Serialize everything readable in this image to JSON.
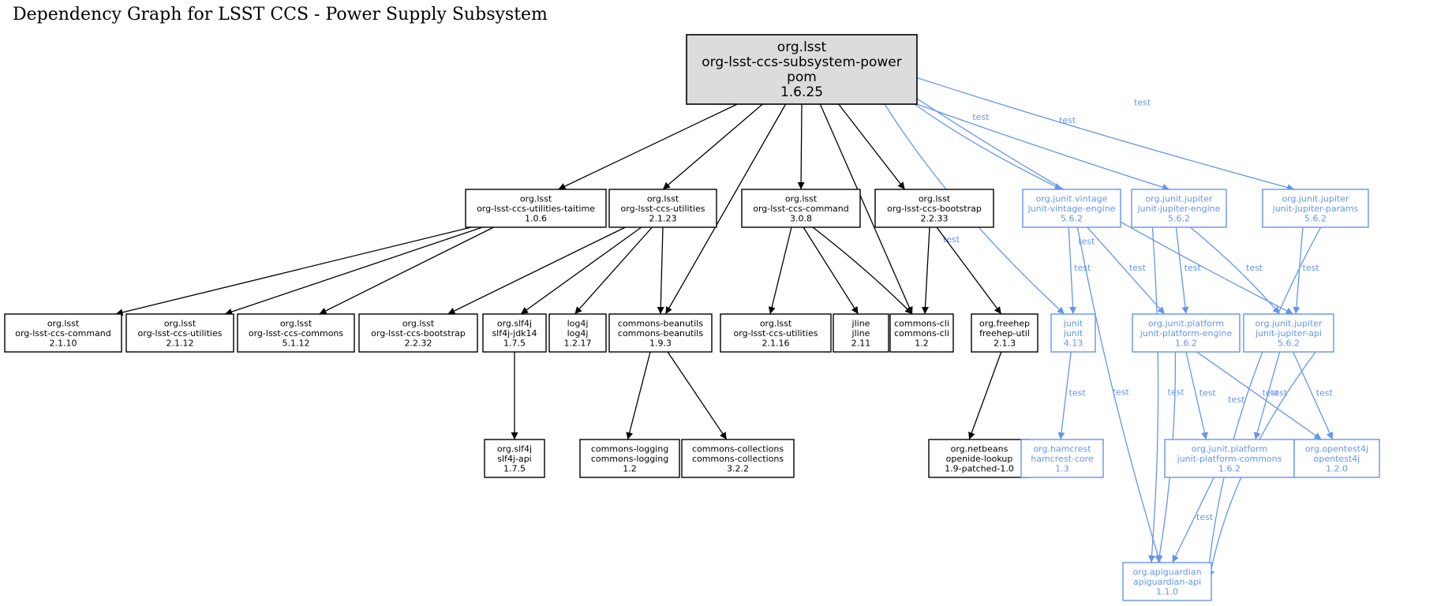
{
  "title": "Dependency Graph for LSST CCS - Power Supply Subsystem",
  "nodes": [
    {
      "id": "root",
      "group": "org.lsst",
      "artifact": "org-lsst-ccs-subsystem-power",
      "type": "pom",
      "version": "1.6.25",
      "scope": "compile"
    },
    {
      "id": "taitime",
      "group": "org.lsst",
      "artifact": "org-lsst-ccs-utilities-taitime",
      "version": "1.0.6",
      "scope": "compile"
    },
    {
      "id": "utilities",
      "group": "org.lsst",
      "artifact": "org-lsst-ccs-utilities",
      "version": "2.1.23",
      "scope": "compile"
    },
    {
      "id": "command",
      "group": "org.lsst",
      "artifact": "org-lsst-ccs-command",
      "version": "3.0.8",
      "scope": "compile"
    },
    {
      "id": "bootstrap",
      "group": "org.lsst",
      "artifact": "org-lsst-ccs-bootstrap",
      "version": "2.2.33",
      "scope": "compile"
    },
    {
      "id": "vintage",
      "group": "org.junit.vintage",
      "artifact": "junit-vintage-engine",
      "version": "5.6.2",
      "scope": "test"
    },
    {
      "id": "jupiter-engine",
      "group": "org.junit.jupiter",
      "artifact": "junit-jupiter-engine",
      "version": "5.6.2",
      "scope": "test"
    },
    {
      "id": "jupiter-params",
      "group": "org.junit.jupiter",
      "artifact": "junit-jupiter-params",
      "version": "5.6.2",
      "scope": "test"
    },
    {
      "id": "command-old",
      "group": "org.lsst",
      "artifact": "org-lsst-ccs-command",
      "version": "2.1.10",
      "scope": "compile"
    },
    {
      "id": "utilities-old",
      "group": "org.lsst",
      "artifact": "org-lsst-ccs-utilities",
      "version": "2.1.12",
      "scope": "compile"
    },
    {
      "id": "commons",
      "group": "org.lsst",
      "artifact": "org-lsst-ccs-commons",
      "version": "5.1.12",
      "scope": "compile"
    },
    {
      "id": "bootstrap-old",
      "group": "org.lsst",
      "artifact": "org-lsst-ccs-bootstrap",
      "version": "2.2.32",
      "scope": "compile"
    },
    {
      "id": "slf4j-jdk14",
      "group": "org.slf4j",
      "artifact": "slf4j-jdk14",
      "version": "1.7.5",
      "scope": "compile"
    },
    {
      "id": "log4j",
      "group": "log4j",
      "artifact": "log4j",
      "version": "1.2.17",
      "scope": "compile"
    },
    {
      "id": "beanutils",
      "group": "commons-beanutils",
      "artifact": "commons-beanutils",
      "version": "1.9.3",
      "scope": "compile"
    },
    {
      "id": "utilities-216",
      "group": "org.lsst",
      "artifact": "org-lsst-ccs-utilities",
      "version": "2.1.16",
      "scope": "compile"
    },
    {
      "id": "jline",
      "group": "jline",
      "artifact": "jline",
      "version": "2.11",
      "scope": "compile"
    },
    {
      "id": "commons-cli",
      "group": "commons-cli",
      "artifact": "commons-cli",
      "version": "1.2",
      "scope": "compile"
    },
    {
      "id": "freehep",
      "group": "org.freehep",
      "artifact": "freehep-util",
      "version": "2.1.3",
      "scope": "compile"
    },
    {
      "id": "junit",
      "group": "junit",
      "artifact": "junit",
      "version": "4.13",
      "scope": "test"
    },
    {
      "id": "platform-engine",
      "group": "org.junit.platform",
      "artifact": "junit-platform-engine",
      "version": "1.6.2",
      "scope": "test"
    },
    {
      "id": "jupiter-api",
      "group": "org.junit.jupiter",
      "artifact": "junit-jupiter-api",
      "version": "5.6.2",
      "scope": "test"
    },
    {
      "id": "slf4j-api",
      "group": "org.slf4j",
      "artifact": "slf4j-api",
      "version": "1.7.5",
      "scope": "compile"
    },
    {
      "id": "logging",
      "group": "commons-logging",
      "artifact": "commons-logging",
      "version": "1.2",
      "scope": "compile"
    },
    {
      "id": "collections",
      "group": "commons-collections",
      "artifact": "commons-collections",
      "version": "3.2.2",
      "scope": "compile"
    },
    {
      "id": "openide",
      "group": "org.netbeans",
      "artifact": "openide-lookup",
      "version": "1.9-patched-1.0",
      "scope": "compile"
    },
    {
      "id": "hamcrest",
      "group": "org.hamcrest",
      "artifact": "hamcrest-core",
      "version": "1.3",
      "scope": "test"
    },
    {
      "id": "platform-commons",
      "group": "org.junit.platform",
      "artifact": "junit-platform-commons",
      "version": "1.6.2",
      "scope": "test"
    },
    {
      "id": "opentest4j",
      "group": "org.opentest4j",
      "artifact": "opentest4j",
      "version": "1.2.0",
      "scope": "test"
    },
    {
      "id": "apiguardian",
      "group": "org.apiguardian",
      "artifact": "apiguardian-api",
      "version": "1.1.0",
      "scope": "test"
    }
  ],
  "edges": [
    {
      "from": "root",
      "to": "taitime",
      "scope": "compile",
      "label": ""
    },
    {
      "from": "root",
      "to": "utilities",
      "scope": "compile",
      "label": ""
    },
    {
      "from": "root",
      "to": "beanutils",
      "scope": "compile",
      "label": ""
    },
    {
      "from": "root",
      "to": "command",
      "scope": "compile",
      "label": ""
    },
    {
      "from": "root",
      "to": "commons-cli",
      "scope": "compile",
      "label": ""
    },
    {
      "from": "root",
      "to": "bootstrap",
      "scope": "compile",
      "label": ""
    },
    {
      "from": "root",
      "to": "junit",
      "scope": "test",
      "label": "test"
    },
    {
      "from": "root",
      "to": "vintage",
      "scope": "test",
      "label": "test"
    },
    {
      "from": "root",
      "to": "jupiter-engine",
      "scope": "test",
      "label": "test"
    },
    {
      "from": "root",
      "to": "jupiter-api",
      "scope": "test",
      "label": "test"
    },
    {
      "from": "root",
      "to": "jupiter-params",
      "scope": "test",
      "label": "test"
    },
    {
      "from": "taitime",
      "to": "command-old",
      "scope": "compile",
      "label": ""
    },
    {
      "from": "taitime",
      "to": "utilities-old",
      "scope": "compile",
      "label": ""
    },
    {
      "from": "taitime",
      "to": "commons",
      "scope": "compile",
      "label": ""
    },
    {
      "from": "utilities",
      "to": "bootstrap-old",
      "scope": "compile",
      "label": ""
    },
    {
      "from": "utilities",
      "to": "slf4j-jdk14",
      "scope": "compile",
      "label": ""
    },
    {
      "from": "utilities",
      "to": "log4j",
      "scope": "compile",
      "label": ""
    },
    {
      "from": "utilities",
      "to": "beanutils",
      "scope": "compile",
      "label": ""
    },
    {
      "from": "command",
      "to": "utilities-216",
      "scope": "compile",
      "label": ""
    },
    {
      "from": "command",
      "to": "jline",
      "scope": "compile",
      "label": ""
    },
    {
      "from": "command",
      "to": "commons-cli",
      "scope": "compile",
      "label": ""
    },
    {
      "from": "bootstrap",
      "to": "commons-cli",
      "scope": "compile",
      "label": ""
    },
    {
      "from": "bootstrap",
      "to": "freehep",
      "scope": "compile",
      "label": ""
    },
    {
      "from": "vintage",
      "to": "junit",
      "scope": "test",
      "label": "test"
    },
    {
      "from": "vintage",
      "to": "platform-engine",
      "scope": "test",
      "label": "test"
    },
    {
      "from": "vintage",
      "to": "apiguardian",
      "scope": "test",
      "label": "test"
    },
    {
      "from": "jupiter-engine",
      "to": "platform-engine",
      "scope": "test",
      "label": "test"
    },
    {
      "from": "jupiter-engine",
      "to": "jupiter-api",
      "scope": "test",
      "label": "test"
    },
    {
      "from": "jupiter-engine",
      "to": "apiguardian",
      "scope": "test",
      "label": "test"
    },
    {
      "from": "jupiter-params",
      "to": "jupiter-api",
      "scope": "test",
      "label": "test"
    },
    {
      "from": "jupiter-params",
      "to": "apiguardian",
      "scope": "test",
      "label": "test"
    },
    {
      "from": "slf4j-jdk14",
      "to": "slf4j-api",
      "scope": "compile",
      "label": ""
    },
    {
      "from": "beanutils",
      "to": "logging",
      "scope": "compile",
      "label": ""
    },
    {
      "from": "beanutils",
      "to": "collections",
      "scope": "compile",
      "label": ""
    },
    {
      "from": "freehep",
      "to": "openide",
      "scope": "compile",
      "label": ""
    },
    {
      "from": "junit",
      "to": "hamcrest",
      "scope": "test",
      "label": "test"
    },
    {
      "from": "platform-engine",
      "to": "platform-commons",
      "scope": "test",
      "label": "test"
    },
    {
      "from": "platform-engine",
      "to": "opentest4j",
      "scope": "test",
      "label": "test"
    },
    {
      "from": "platform-engine",
      "to": "apiguardian",
      "scope": "test",
      "label": "test"
    },
    {
      "from": "jupiter-api",
      "to": "platform-commons",
      "scope": "test",
      "label": "test"
    },
    {
      "from": "jupiter-api",
      "to": "opentest4j",
      "scope": "test",
      "label": "test"
    },
    {
      "from": "jupiter-api",
      "to": "apiguardian",
      "scope": "test",
      "label": "test"
    },
    {
      "from": "platform-commons",
      "to": "apiguardian",
      "scope": "test",
      "label": "test"
    }
  ],
  "colors": {
    "compile": "#000000",
    "test": "#6495ed",
    "root_fill": "#dcdcdc"
  }
}
